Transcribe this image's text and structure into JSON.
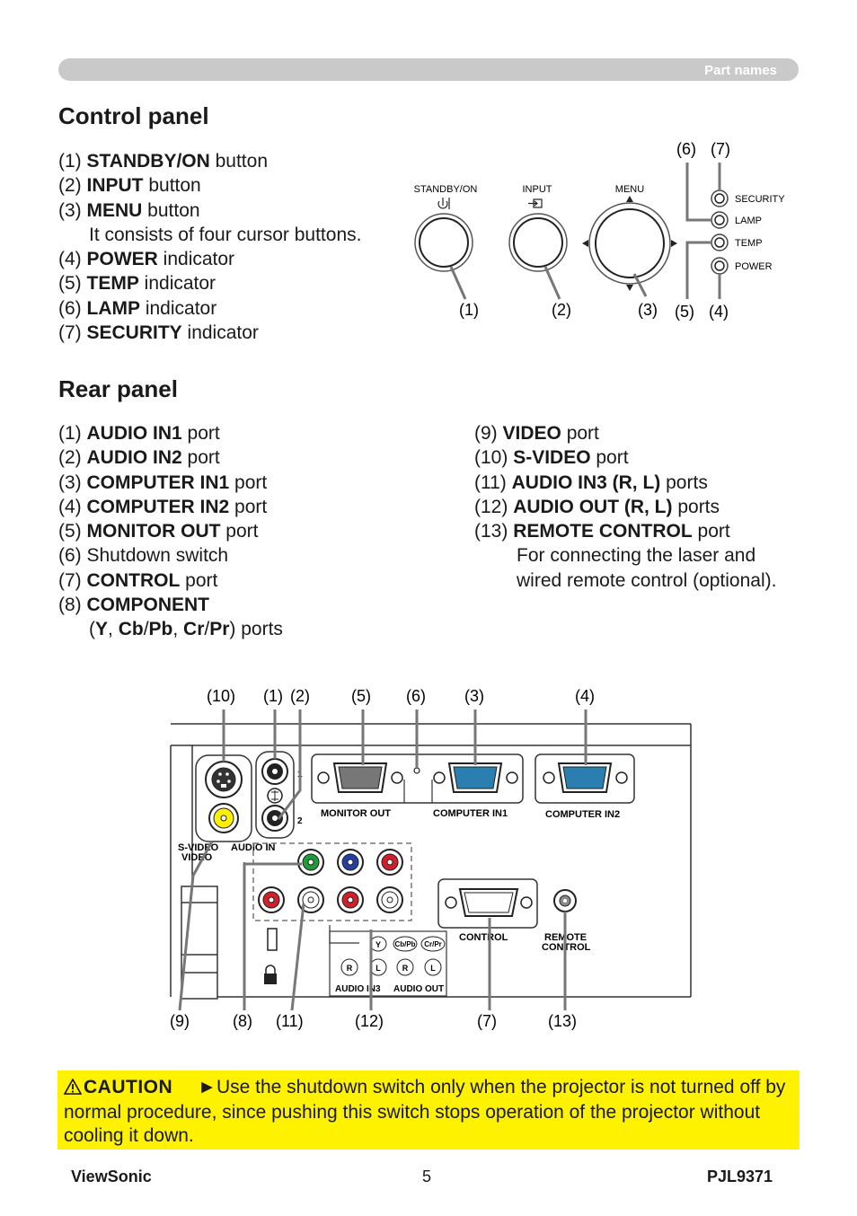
{
  "header": {
    "section": "Part names"
  },
  "control_panel": {
    "title": "Control panel",
    "items": [
      {
        "num": "(1) ",
        "name": "STANDBY/ON",
        "rest": " button"
      },
      {
        "num": "(2) ",
        "name": "INPUT",
        "rest": " button"
      },
      {
        "num": "(3) ",
        "name": "MENU",
        "rest": " button"
      },
      {
        "note": "It consists of four cursor buttons."
      },
      {
        "num": "(4) ",
        "name": "POWER",
        "rest": " indicator"
      },
      {
        "num": "(5) ",
        "name": "TEMP",
        "rest": " indicator"
      },
      {
        "num": "(6) ",
        "name": "LAMP",
        "rest": " indicator"
      },
      {
        "num": "(7) ",
        "name": "SECURITY",
        "rest": " indicator"
      }
    ],
    "diagram": {
      "labels": {
        "standby": "STANDBY/ON",
        "input": "INPUT",
        "menu": "MENU",
        "security": "SECURITY",
        "lamp": "LAMP",
        "temp": "TEMP",
        "power": "POWER"
      },
      "callouts": {
        "c1": "(1)",
        "c2": "(2)",
        "c3": "(3)",
        "c4": "(4)",
        "c5": "(5)",
        "c6": "(6)",
        "c7": "(7)"
      }
    }
  },
  "rear_panel": {
    "title": "Rear panel",
    "left_items": [
      {
        "num": "(1) ",
        "name": "AUDIO IN1",
        "rest": " port"
      },
      {
        "num": "(2) ",
        "name": "AUDIO IN2",
        "rest": " port"
      },
      {
        "num": "(3) ",
        "name": "COMPUTER IN1",
        "rest": " port"
      },
      {
        "num": "(4) ",
        "name": "COMPUTER IN2",
        "rest": " port"
      },
      {
        "num": "(5) ",
        "name": "MONITOR OUT",
        "rest": " port"
      },
      {
        "num": "(6) ",
        "name": "",
        "rest": "Shutdown switch"
      },
      {
        "num": "(7) ",
        "name": "CONTROL",
        "rest": " port"
      },
      {
        "num": "(8) ",
        "name": "COMPONENT",
        "rest": ""
      }
    ],
    "component_line": {
      "open": "(",
      "y": "Y",
      "sep1": ", ",
      "cb": "Cb",
      "slash1": "/",
      "pb": "Pb",
      "sep2": ", ",
      "cr": "Cr",
      "slash2": "/",
      "pr": "Pr",
      "close": ") ports"
    },
    "right_items": [
      {
        "num": "(9) ",
        "name": "VIDEO",
        "rest": " port"
      },
      {
        "num": "(10) ",
        "name": "S-VIDEO",
        "rest": " port"
      },
      {
        "num": "(11) ",
        "name": "AUDIO IN3 (R, L)",
        "rest": " ports"
      },
      {
        "num": "(12) ",
        "name": "AUDIO OUT (R, L)",
        "rest": " ports"
      },
      {
        "num": "(13) ",
        "name": "REMOTE CONTROL",
        "rest": " port"
      }
    ],
    "remote_note": [
      "For connecting the laser and",
      "wired remote control (optional)."
    ],
    "diagram": {
      "top_callouts": {
        "c10": "(10)",
        "c1": "(1)",
        "c2": "(2)",
        "c5": "(5)",
        "c6": "(6)",
        "c3": "(3)",
        "c4": "(4)"
      },
      "bottom_callouts": {
        "c9": "(9)",
        "c8": "(8)",
        "c11": "(11)",
        "c12": "(12)",
        "c7": "(7)",
        "c13": "(13)"
      },
      "labels": {
        "monitor_out": "MONITOR OUT",
        "computer_in1": "COMPUTER IN1",
        "computer_in2": "COMPUTER IN2",
        "svideo": "S-VIDEO",
        "video": "VIDEO",
        "audio_in": "AUDIO IN",
        "one": "1",
        "two": "2",
        "control": "CONTROL",
        "remote1": "REMOTE",
        "remote2": "CONTROL",
        "y": "Y",
        "cbpb": "Cb/Pb",
        "crpr": "Cr/Pr",
        "r": "R",
        "l": "L",
        "audio_in3": "AUDIO IN3",
        "audio_out": "AUDIO OUT"
      }
    }
  },
  "caution": {
    "label": "CAUTION",
    "text": "►Use the shutdown switch only when the projector is not turned off by normal procedure, since pushing this switch stops operation of the projector without cooling it down."
  },
  "footer": {
    "brand": "ViewSonic",
    "page": "5",
    "model": "PJL9371"
  }
}
